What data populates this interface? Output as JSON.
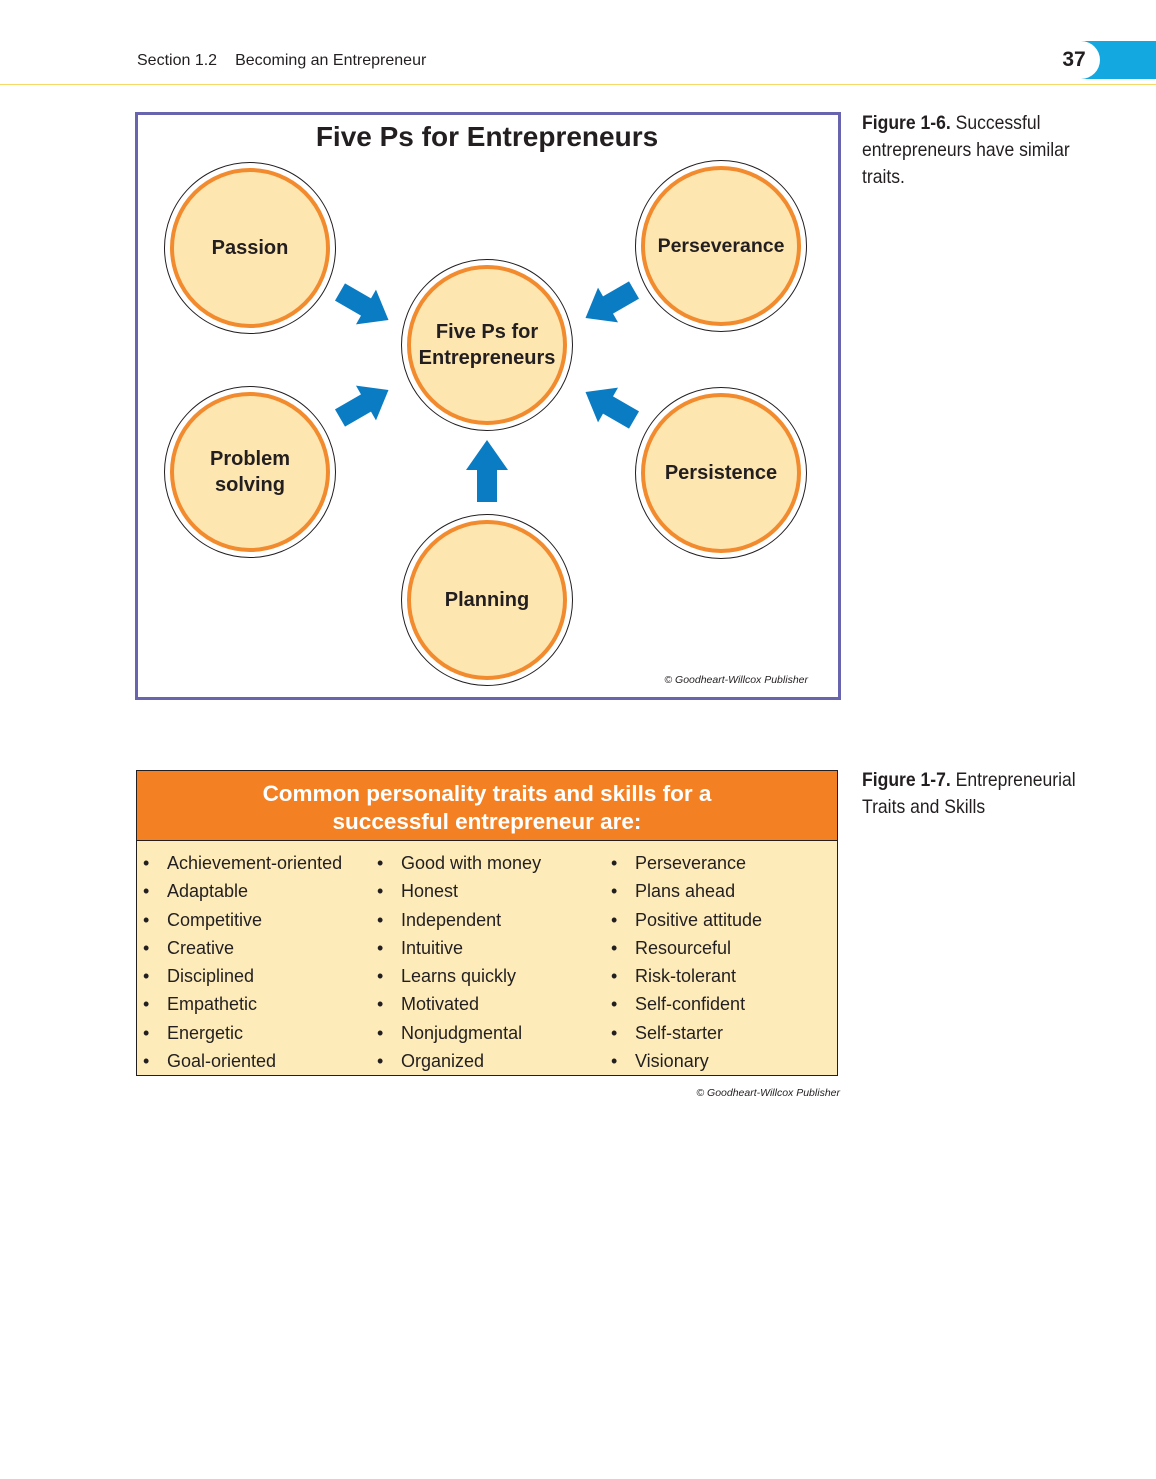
{
  "header": {
    "section": "Section 1.2",
    "title": "Becoming an Entrepreneur",
    "page_number": "37"
  },
  "figure_6": {
    "title": "Five Ps for Entrepreneurs",
    "center": "Five Ps for Entrepreneurs",
    "center_line1": "Five Ps for",
    "center_line2": "Entrepreneurs",
    "passion": "Passion",
    "perseverance": "Perseverance",
    "problem_line1": "Problem",
    "problem_line2": "solving",
    "persistence": "Persistence",
    "planning": "Planning",
    "credit": "© Goodheart-Willcox Publisher",
    "caption_label": "Figure 1-6.",
    "caption_text": "Successful entrepreneurs have similar traits."
  },
  "figure_7": {
    "header_line1": "Common personality traits and skills for a",
    "header_line2": "successful entrepreneur are:",
    "bullet": "•",
    "columns": [
      [
        "Achievement-oriented",
        "Adaptable",
        "Competitive",
        "Creative",
        "Disciplined",
        "Empathetic",
        "Energetic",
        "Goal-oriented"
      ],
      [
        "Good with money",
        "Honest",
        "Independent",
        "Intuitive",
        "Learns quickly",
        "Motivated",
        "Nonjudgmental",
        "Organized"
      ],
      [
        "Perseverance",
        "Plans ahead",
        "Positive attitude",
        "Resourceful",
        "Risk-tolerant",
        "Self-confident",
        "Self-starter",
        "Visionary"
      ]
    ],
    "credit": "© Goodheart-Willcox Publisher",
    "caption_label": "Figure 1-7.",
    "caption_text": "Entrepreneurial Traits and Skills"
  },
  "colors": {
    "frame": "#6865ae",
    "circle_fill": "#fde6b0",
    "circle_ring": "#f28a2e",
    "arrow": "#0a7cc4",
    "table_header": "#f48024",
    "table_body": "#fdebb9",
    "page_tab": "#14a8e0"
  }
}
